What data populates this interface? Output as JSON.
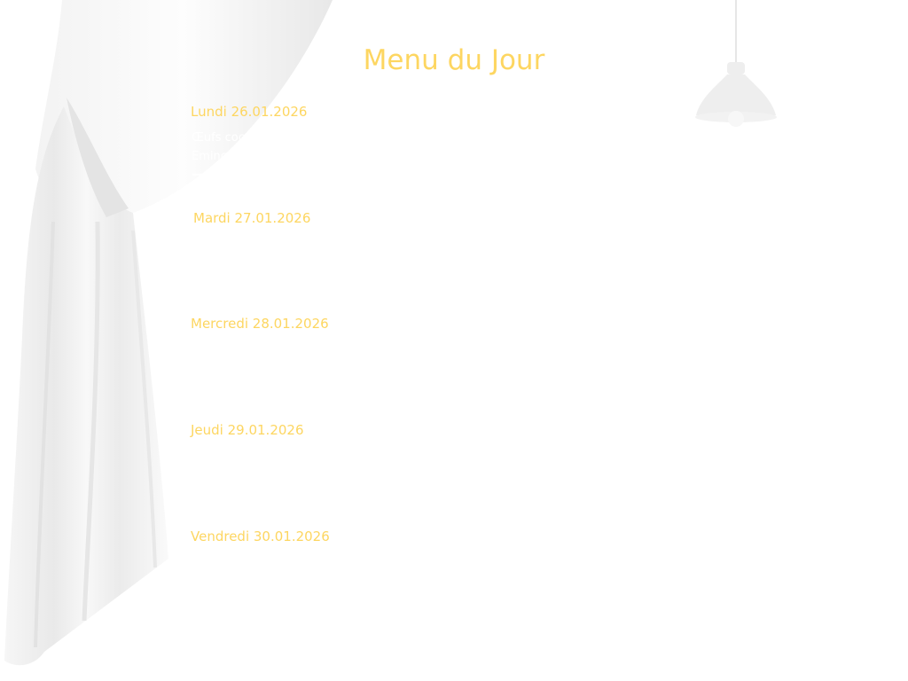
{
  "title": "Menu du Jour",
  "days": [
    {
      "label": "Lundi 26.01.2026",
      "dishes": [
        "Œufs coc",
        "Eminc"
      ]
    },
    {
      "label": "Mardi 27.01.2026"
    },
    {
      "label": "Mercredi 28.01.2026"
    },
    {
      "label": "Jeudi 29.01.2026"
    },
    {
      "label": "Vendredi 30.01.2026"
    }
  ],
  "colors": {
    "accent": "#fdd661",
    "curtain": "#f0f0f0"
  }
}
